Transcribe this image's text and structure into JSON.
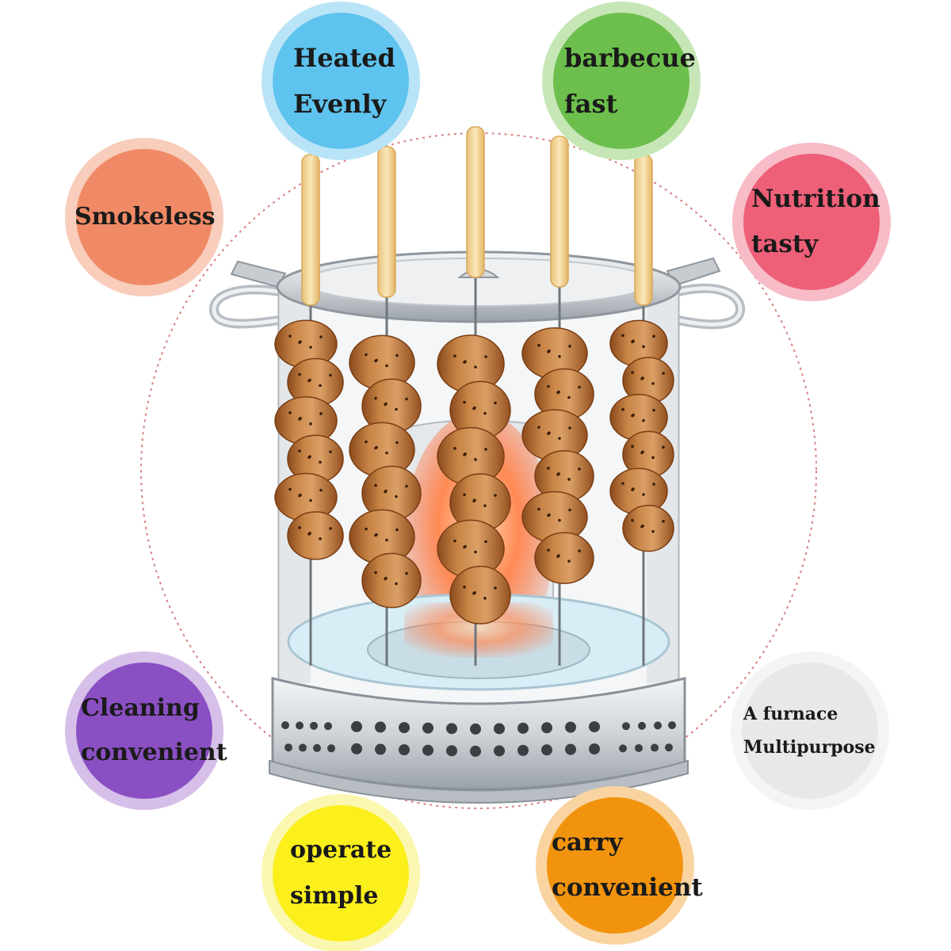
{
  "features": [
    {
      "id": "heated-evenly",
      "lines": [
        "Heated",
        "Evenly"
      ],
      "color": "#5ec3ee",
      "ring": "#b9e4f7"
    },
    {
      "id": "barbecue-fast",
      "lines": [
        "barbecue",
        "fast"
      ],
      "color": "#6cbf4c",
      "ring": "#c6e6b6"
    },
    {
      "id": "smokeless",
      "lines": [
        "Smokeless"
      ],
      "color": "#f08a66",
      "ring": "#f8cdbb"
    },
    {
      "id": "nutrition-tasty",
      "lines": [
        "Nutrition",
        "tasty"
      ],
      "color": "#ee5f78",
      "ring": "#f7bcc7"
    },
    {
      "id": "cleaning-convenient",
      "lines": [
        "Cleaning",
        "convenient"
      ],
      "color": "#8a4fc2",
      "ring": "#d6bfe9"
    },
    {
      "id": "furnace-multipurpose",
      "lines": [
        "A furnace",
        "Multipurpose"
      ],
      "color": "#e8e8e8",
      "ring": "#f4f4f4"
    },
    {
      "id": "operate-simple",
      "lines": [
        "operate",
        "simple"
      ],
      "color": "#fbef1c",
      "ring": "#fbf7b0"
    },
    {
      "id": "carry-convenient",
      "lines": [
        "carry",
        "convenient"
      ],
      "color": "#f2930d",
      "ring": "#f9d4a0"
    }
  ],
  "colors": {
    "dashed_circle": "#d98080",
    "steel_light": "#e9ecef",
    "steel_mid": "#bfc5cb",
    "steel_dark": "#8a9198",
    "meat": "#c47a3a",
    "meat_dark": "#8a4a1c",
    "flame": "#ff7a4a",
    "water": "#cfe9f5",
    "stick": "#f6dca0"
  }
}
